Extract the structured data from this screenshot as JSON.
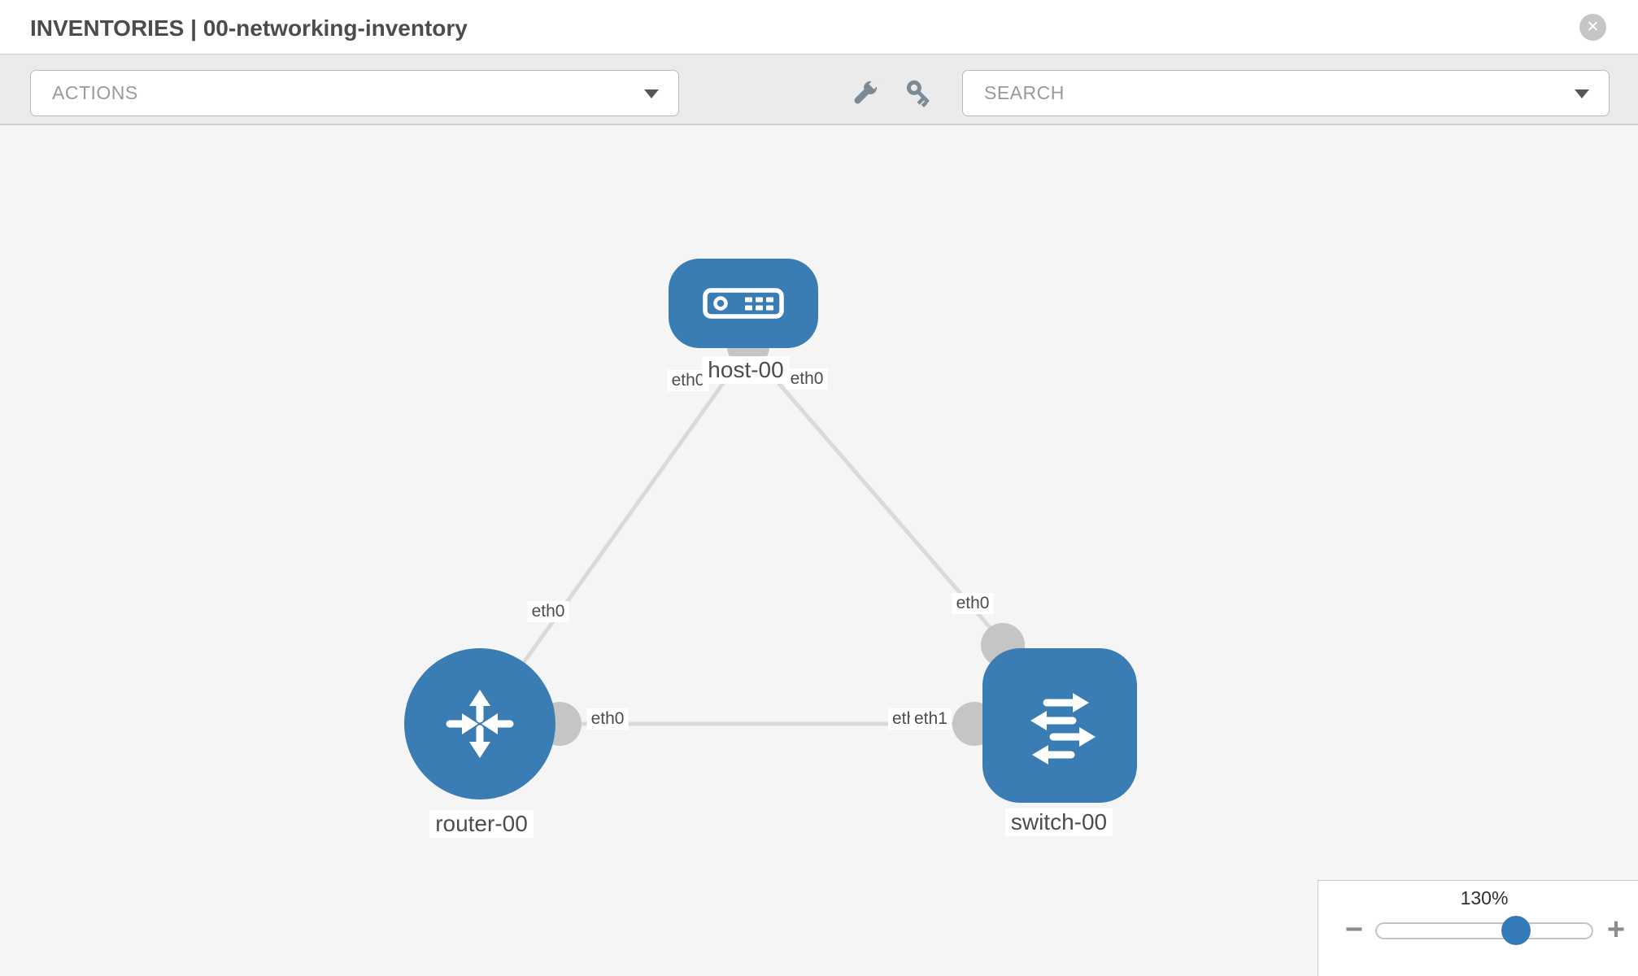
{
  "header": {
    "title": "INVENTORIES | 00-networking-inventory",
    "close_glyph": "✕"
  },
  "toolbar": {
    "actions_label": "ACTIONS",
    "search_label": "SEARCH",
    "icons": [
      "wrench-icon",
      "key-icon"
    ]
  },
  "topology": {
    "nodes": [
      {
        "id": "host-00",
        "type": "host",
        "label": "host-00"
      },
      {
        "id": "router-00",
        "type": "router",
        "label": "router-00"
      },
      {
        "id": "switch-00",
        "type": "switch",
        "label": "switch-00"
      }
    ],
    "if_labels": {
      "host_to_router": "eth0",
      "host_to_switch": "eth0",
      "router_to_host": "eth0",
      "switch_to_host": "eth0",
      "router_to_switch": "eth0",
      "switch_to_router_under": "eth0",
      "switch_to_router": "eth1"
    },
    "links": [
      {
        "from": "host-00",
        "to": "router-00",
        "from_if": "eth0",
        "to_if": "eth0"
      },
      {
        "from": "host-00",
        "to": "switch-00",
        "from_if": "eth0",
        "to_if": "eth0"
      },
      {
        "from": "router-00",
        "to": "switch-00",
        "from_if": "eth0",
        "to_if": "eth1"
      }
    ]
  },
  "zoom_control": {
    "level": "130%",
    "minus_glyph": "−",
    "plus_glyph": "+"
  },
  "colors": {
    "node_blue": "#3a7cb4",
    "accent_blue": "#337ab7",
    "link_gray": "#dadada",
    "connector_gray": "#c5c5c5",
    "canvas_bg": "#f5f5f5",
    "toolbar_bg": "#ebebeb",
    "label_text": "#4d4d4d"
  }
}
